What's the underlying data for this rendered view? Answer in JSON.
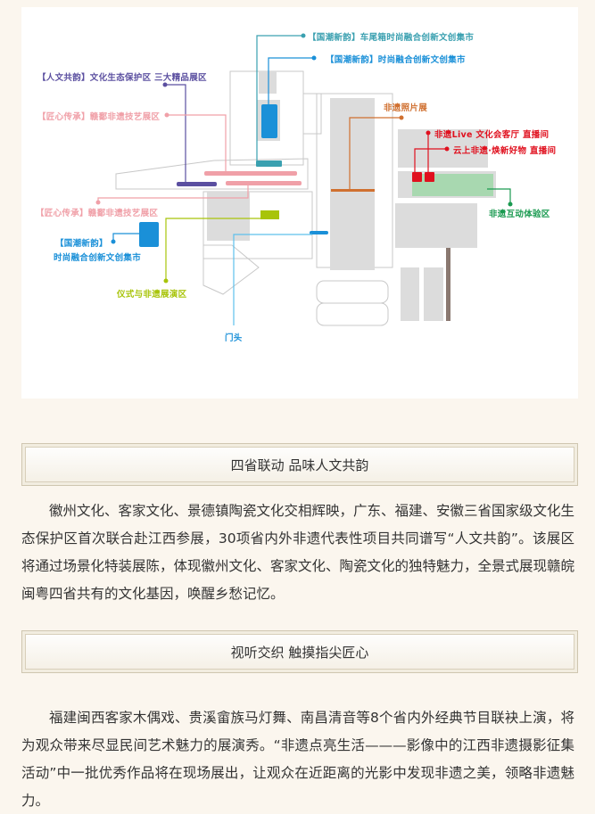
{
  "map": {
    "labels": {
      "renwen": "【人文共韵】文化生态保护区 三大精品展区",
      "jiangxin1": "【匠心传承】赣鄱非遗技艺展区",
      "jiangxin2": "【匠心传承】赣鄱非遗技艺展区",
      "guochao_left_1": "【国潮新韵】",
      "guochao_left_2": "时尚融合创新文创集市",
      "yishi": "仪式与非遗展演区",
      "mentou": "门头",
      "chewei": "【国潮新韵】车尾箱时尚融合创新文创集市",
      "guochao_top": "【国潮新韵】时尚融合创新文创集市",
      "zhaopian": "非遗照片展",
      "live": "非遗Live 文化会客厅 直播间",
      "yunshang": "云上非遗·焕新好物 直播间",
      "hudong": "非遗互动体验区"
    },
    "colors": {
      "purple": "#5b4fa0",
      "pink": "#f0a0a8",
      "blue": "#1a90d8",
      "lime": "#a8c40a",
      "teal": "#3aa0b0",
      "orange": "#d07030",
      "red": "#e0101e",
      "green": "#1a9a50"
    }
  },
  "sections": [
    {
      "title": "四省联动 品味人文共韵",
      "body": "徽州文化、客家文化、景德镇陶瓷文化交相辉映，广东、福建、安徽三省国家级文化生态保护区首次联合赴江西参展，30项省内外非遗代表性项目共同谱写“人文共韵”。该展区将通过场景化特装展陈，体现徽州文化、客家文化、陶瓷文化的独特魅力，全景式展现赣皖闽粤四省共有的文化基因，唤醒乡愁记忆。"
    },
    {
      "title": "视听交织 触摸指尖匠心",
      "body": "福建闽西客家木偶戏、贵溪畲族马灯舞、南昌清音等8个省内外经典节目联袂上演，将为观众带来尽显民间艺术魅力的展演秀。“非遗点亮生活———影像中的江西非遗摄影征集活动”中一批优秀作品将在现场展出，让观众在近距离的光影中发现非遗之美，领略非遗魅力。"
    }
  ]
}
